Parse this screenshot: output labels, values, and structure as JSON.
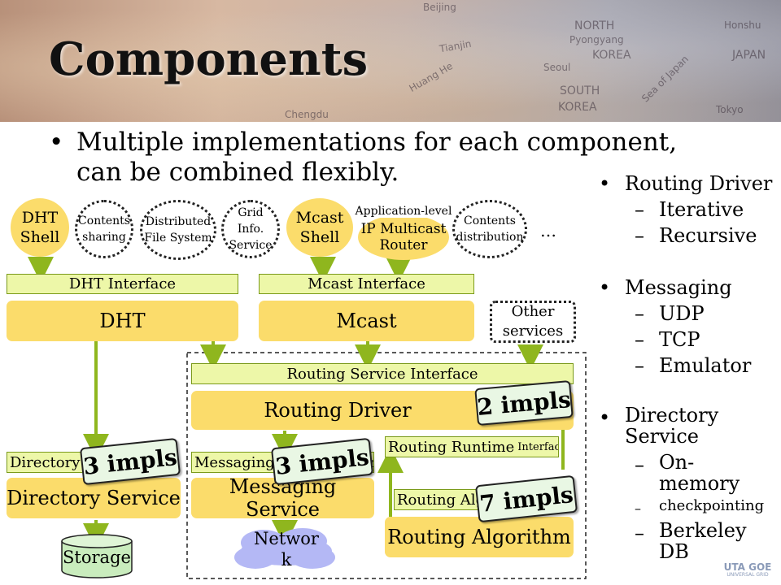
{
  "title": "Components",
  "main_bullet": "Multiple implementations for each component, can be combined flexibly.",
  "map_labels": [
    "Beijing",
    "Tianjin",
    "Huang He",
    "NORTH",
    "Pyongyang",
    "KOREA",
    "Seoul",
    "SOUTH",
    "KOREA",
    "JAPAN",
    "Honshu",
    "Tokyo",
    "Sea of Japan",
    "Chengdu"
  ],
  "top_services": {
    "dht_shell": [
      "DHT",
      "Shell"
    ],
    "contents_sharing": [
      "Contents",
      "sharing"
    ],
    "distributed_fs": [
      "Distributed",
      "File System"
    ],
    "grid_info": [
      "Grid Info.",
      "Service"
    ],
    "mcast_shell": [
      "Mcast",
      "Shell"
    ],
    "ip_multicast_small": "Application-level",
    "ip_multicast": [
      "IP Multicast",
      "Router"
    ],
    "contents_distribution": [
      "Contents",
      "distribution"
    ],
    "ellipsis": "…"
  },
  "interfaces": {
    "dht": "DHT Interface",
    "mcast": "Mcast Interface",
    "routing_service": "Routing Service Interface",
    "directory": "Directory Service Interface",
    "messaging": "Messaging Service Interface",
    "routing_runtime": "Routing Runtime",
    "routing_runtime_small": "Interface",
    "routing_algorithm": "Routing Algorithm Interface"
  },
  "boxes": {
    "dht": "DHT",
    "mcast": "Mcast",
    "other_services": [
      "Other",
      "services"
    ],
    "routing_driver": "Routing Driver",
    "directory_service": "Directory Service",
    "messaging_service": "Messaging Service",
    "routing_algorithm": "Routing Algorithm",
    "storage": "Storage",
    "network": [
      "Networ",
      "k"
    ]
  },
  "impl_labels": {
    "routing_driver": "2 impls",
    "directory": "3 impls",
    "messaging": "3 impls",
    "routing_algorithm": "7 impls"
  },
  "right_list": {
    "groups": [
      {
        "title": "Routing Driver",
        "items": [
          "Iterative",
          "Recursive"
        ]
      },
      {
        "title": "Messaging",
        "items": [
          "UDP",
          "TCP",
          "Emulator"
        ]
      },
      {
        "title": [
          "Directory",
          "Service"
        ],
        "items": [
          [
            "On-",
            "memory"
          ],
          [
            "checkpointing"
          ],
          [
            "Berkeley",
            "DB"
          ]
        ]
      }
    ]
  },
  "logo": {
    "line1": "UTA GOE",
    "line2": "UNIVERSAL GRID"
  },
  "colors": {
    "component_yellow": "#fbdc6b",
    "interface_green": "#edf7a8",
    "arrow_green": "#8fb61e",
    "impl_badge": "#e9f7e4",
    "network_blue": "#b4b8f5"
  }
}
